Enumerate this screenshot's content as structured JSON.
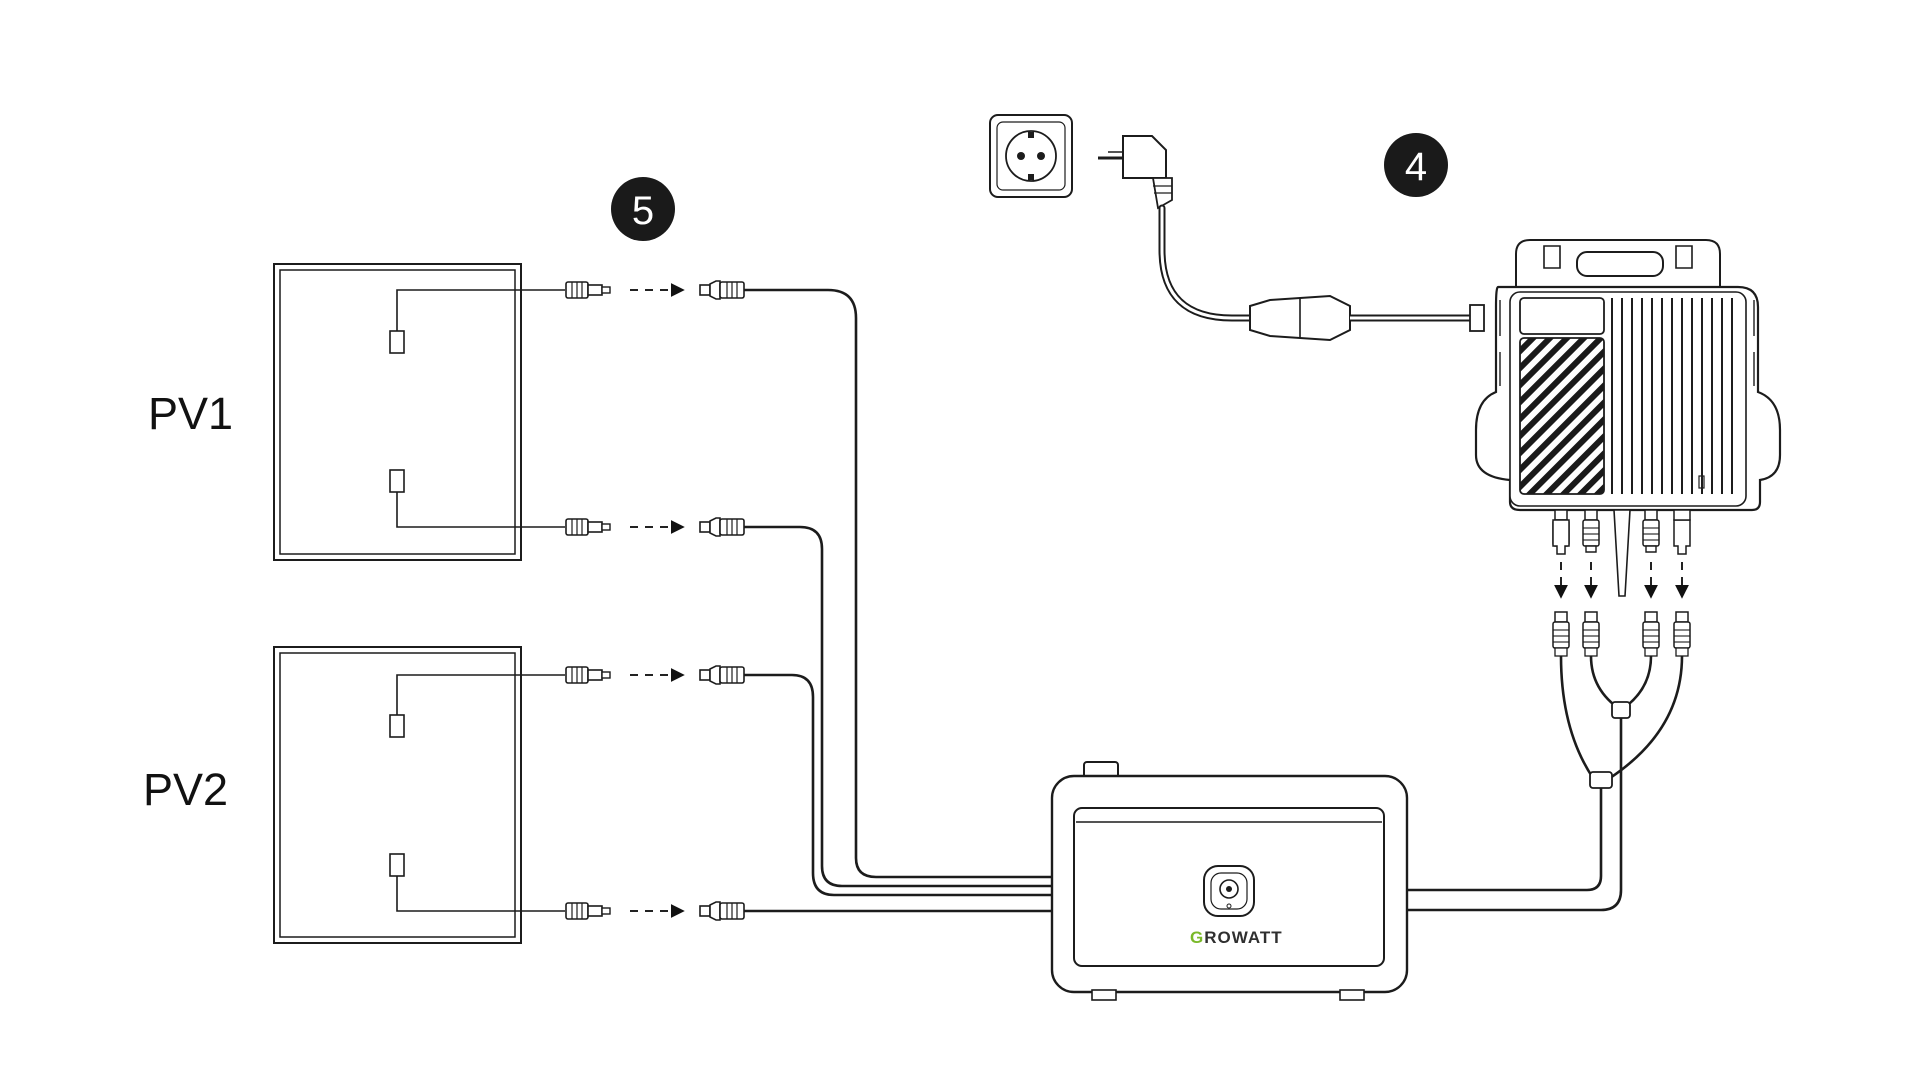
{
  "labels": {
    "pv1": "PV1",
    "pv2": "PV2",
    "step_4": "4",
    "step_5": "5",
    "brand": "GROWATT"
  },
  "colors": {
    "line": "#1c1c1c",
    "badge": "#1a1a1a",
    "brand_accent": "#7ab929",
    "background": "#ffffff"
  },
  "icons": {
    "socket": "schuko-socket-icon",
    "plug": "schuko-plug-icon",
    "inverter": "micro-inverter-icon",
    "battery": "battery-unit-icon"
  }
}
